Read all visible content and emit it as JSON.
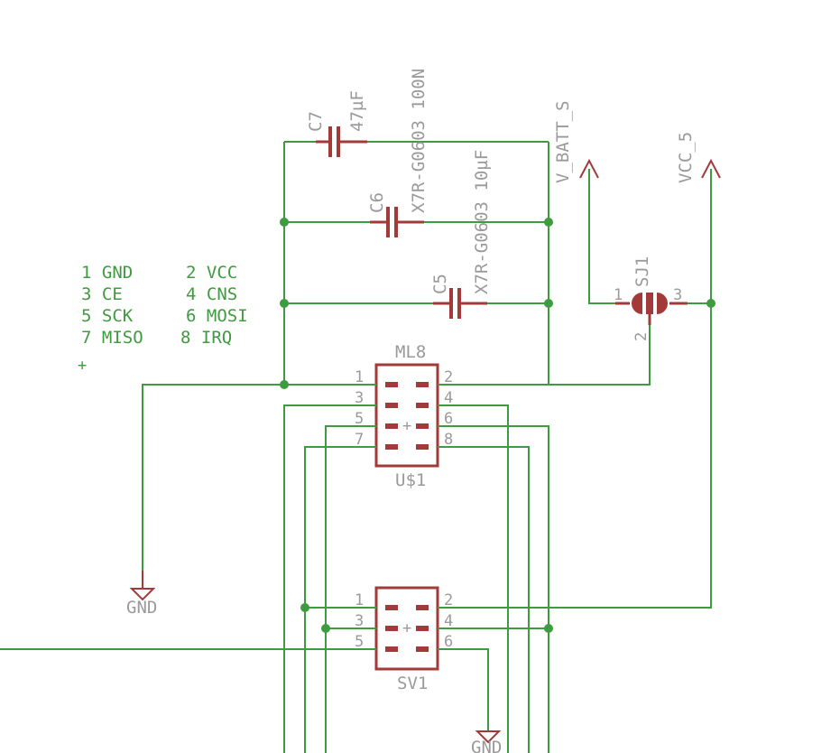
{
  "legend": {
    "rows": [
      {
        "left": "1 GND",
        "right": "2 VCC"
      },
      {
        "left": "3 CE",
        "right": "4 CNS"
      },
      {
        "left": "5 SCK",
        "right": "6 MOSI"
      },
      {
        "left": "7 MISO",
        "right": "8 IRQ"
      }
    ],
    "origin_mark": "+"
  },
  "capacitors": [
    {
      "name": "C7",
      "value": "47µF"
    },
    {
      "name": "C6",
      "value": "X7R-G0603 100N"
    },
    {
      "name": "C5",
      "value": "X7R-G0603 10µF"
    }
  ],
  "connector_ml8": {
    "name": "ML8",
    "label": "U$1",
    "pins": [
      "1",
      "2",
      "3",
      "4",
      "5",
      "6",
      "7",
      "8"
    ]
  },
  "connector_sv1": {
    "name": "SV1",
    "pins": [
      "1",
      "2",
      "3",
      "4",
      "5",
      "6"
    ]
  },
  "jumper": {
    "name": "SJ1",
    "pins": [
      "1",
      "2",
      "3"
    ]
  },
  "supplies": [
    {
      "label": "V_BATT_S"
    },
    {
      "label": "VCC_5"
    }
  ],
  "grounds": [
    {
      "label": "GND"
    },
    {
      "label": "GND"
    }
  ],
  "colors": {
    "wire": "#3f9b3f",
    "part": "#a33a3a",
    "text": "#9a9a9a"
  }
}
